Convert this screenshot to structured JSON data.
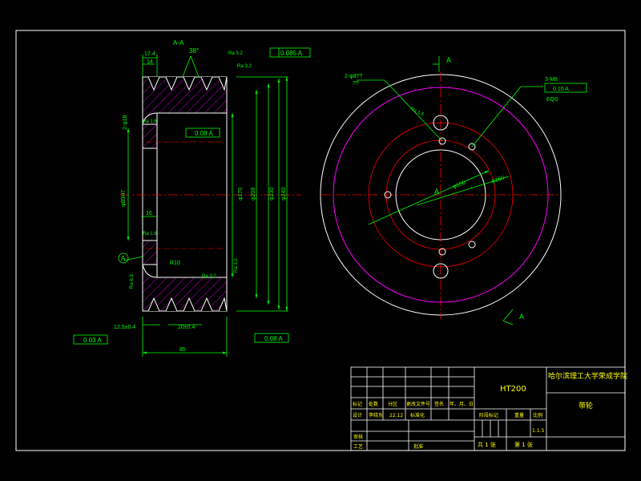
{
  "colors": {
    "background": "#000000",
    "frame": "#ffffff",
    "outline": "#ffffff",
    "dimension": "#00ff00",
    "centerline": "#ff0000",
    "hatch": "#ff00ff",
    "pitch_circle": "#ff00ff"
  },
  "section_view": {
    "section_label": "A-A",
    "angle_label": "38°",
    "dim_17_4": "17.4",
    "dim_14": "14",
    "dim_2_4_8": "2-φ18",
    "dim_bore": "φ80H7",
    "dim_16": "16",
    "dim_170": "φ170",
    "dim_208": "φ208",
    "dim_230": "φ230",
    "dim_240": "φ240",
    "dim_r10": "R10",
    "dim_12_5": "12.5±0.4",
    "dim_20": "20±0.4",
    "dim_85": "85",
    "dim_ra_left": "Ra 1.6",
    "dim_ra_left2": "Ra 1.6",
    "dim_ra_left3": "Ra 6.3",
    "dim_ra_right": "Ra 3.2",
    "dim_ra_top": "Ra 3.2",
    "dim_ra_mid": "Ra 3.2",
    "dim_ra_groove": "Ra 3.2",
    "datum_a": "A",
    "tol_top": "0.085 A",
    "tol_mid": "0.08 A",
    "tol_bottom_left": "0.03 A",
    "tol_bottom_right": "0.08 A"
  },
  "front_view": {
    "label_a_top": "A",
    "label_a_bottom": "A",
    "center_label": "A",
    "hole_note": "2-φ8??",
    "hole_note2": "??",
    "thread_note": "3-M8",
    "thread_tol": "0.10 A",
    "thread_eqs": "EQS",
    "dim_100": "φ100",
    "dim_150": "φ150",
    "dim_ra": "Ra 1.6"
  },
  "title_block": {
    "material": "HT200",
    "school": "哈尔滨理工大学荣成学院",
    "part_name": "带轮",
    "row_labels": [
      "标记",
      "处数",
      "分区",
      "更改文件号",
      "签名",
      "年、月、日"
    ],
    "row2_labels": [
      "设计",
      "李晓东",
      "22.12",
      "标准化"
    ],
    "stage_label": "阶段标记",
    "weight_label": "重量",
    "scale_label": "比例",
    "scale_value": "1:1.5",
    "review": "审核",
    "process": "工艺",
    "approve": "批准",
    "sheets": "共 1 张",
    "sheet_no": "第 1 张"
  }
}
